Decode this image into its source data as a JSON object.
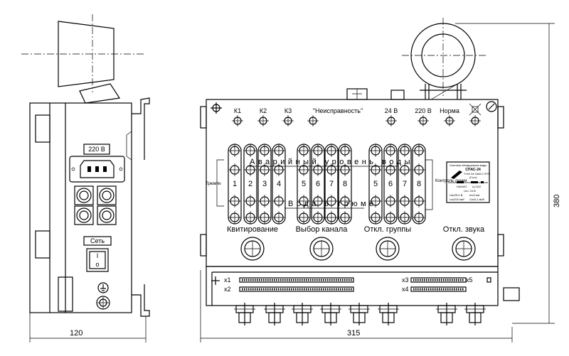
{
  "side_view": {
    "voltage_label": "220 В",
    "network_label": "Сеть",
    "switch_on": "I",
    "switch_off": "o"
  },
  "front_view": {
    "indicators": [
      "К1",
      "К2",
      "К3",
      "\"Неисправность\"",
      "24 В",
      "220 В",
      "Норма"
    ],
    "alarm_level_label": "Аварийный уровень воды",
    "bilge_water_label": "Вода в трюме",
    "hold_label": "Трюм№",
    "line_control_label": "Контроль линии",
    "group_numbers": [
      [
        "1",
        "2",
        "3",
        "4"
      ],
      [
        "5",
        "6",
        "7",
        "8"
      ],
      [
        "5",
        "6",
        "7",
        "8"
      ]
    ],
    "buttons": [
      "Квитирование",
      "Выбор канала",
      "Откл. группы",
      "Откл. звука"
    ],
    "connectors": [
      "х1",
      "х2",
      "х3",
      "х4",
      "х5"
    ],
    "nameplate": {
      "title": "Система обнаружения воды",
      "model": "СПАС-24",
      "lines": [
        "ТУ/И 24 ОАМ 1 IP22",
        "(Гост)",
        "НАНИО",
        "Ц.САЗ",
        "Uн= 24 В",
        "Uк≤25,0 В",
        "Iн≤3 мА",
        "Lк≤200 мм²",
        "Cк≤0,1 мкФ"
      ]
    }
  },
  "dimensions": {
    "side_width": "120",
    "front_width": "315",
    "height": "380"
  }
}
